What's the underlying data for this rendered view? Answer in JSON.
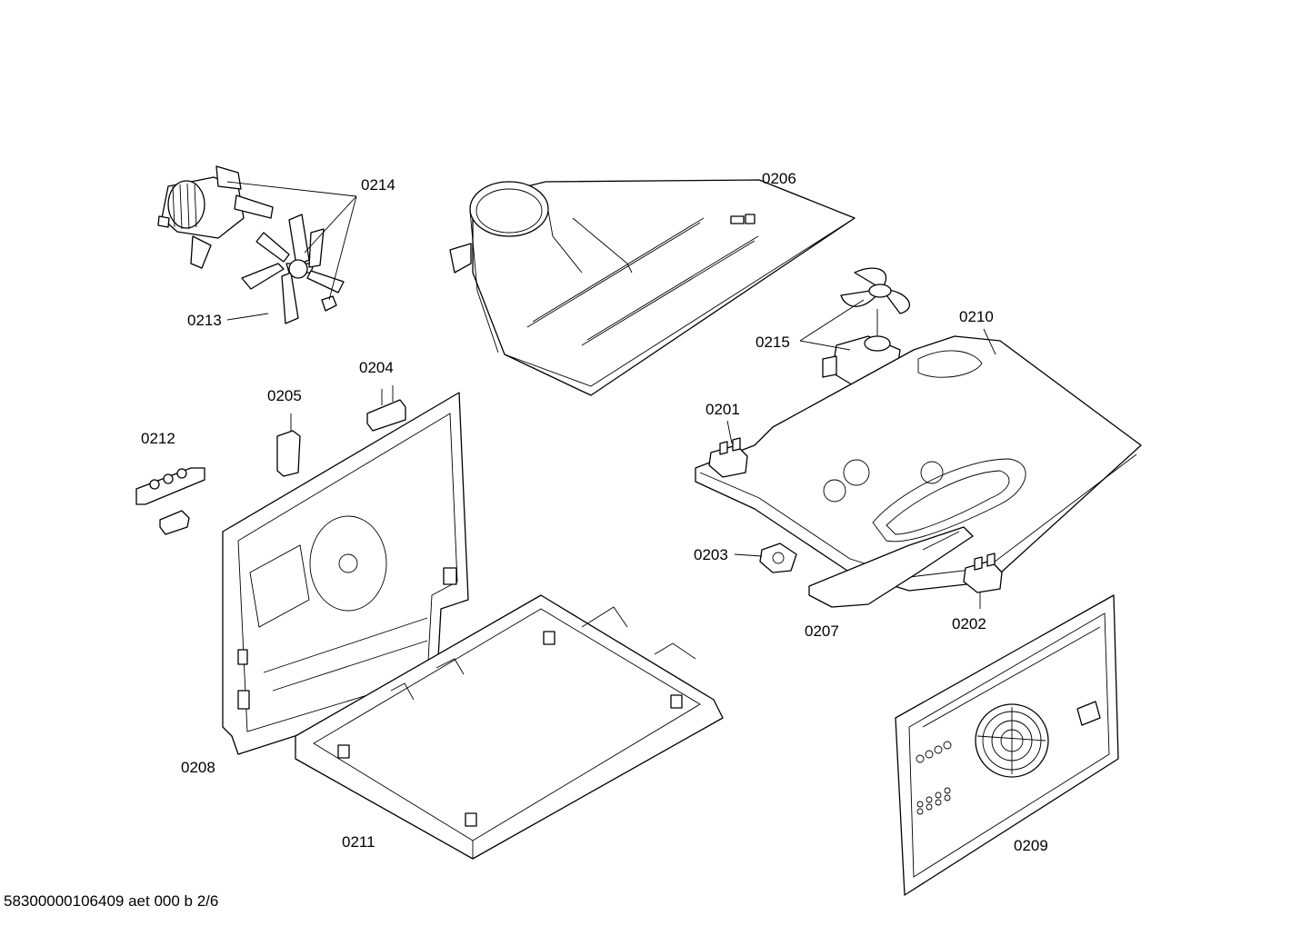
{
  "labels": {
    "p0201": "0201",
    "p0202": "0202",
    "p0203": "0203",
    "p0204": "0204",
    "p0205": "0205",
    "p0206": "0206",
    "p0207": "0207",
    "p0208": "0208",
    "p0209": "0209",
    "p0210": "0210",
    "p0211": "0211",
    "p0212": "0212",
    "p0213": "0213",
    "p0214": "0214",
    "p0215": "0215"
  },
  "footer": {
    "doc_id": "58300000106409 aet 000 b 2/6"
  }
}
